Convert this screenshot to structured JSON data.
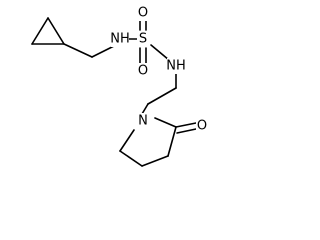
{
  "structure_type": "skeletal-formula",
  "colors": {
    "background": "#ffffff",
    "bond": "#000000",
    "label": "#000000"
  },
  "atoms": {
    "nh_top": "NH",
    "s": "S",
    "o_upper": "O",
    "o_lower": "O",
    "nh_right": "NH",
    "n_ring": "N",
    "o_carbonyl": "O"
  }
}
